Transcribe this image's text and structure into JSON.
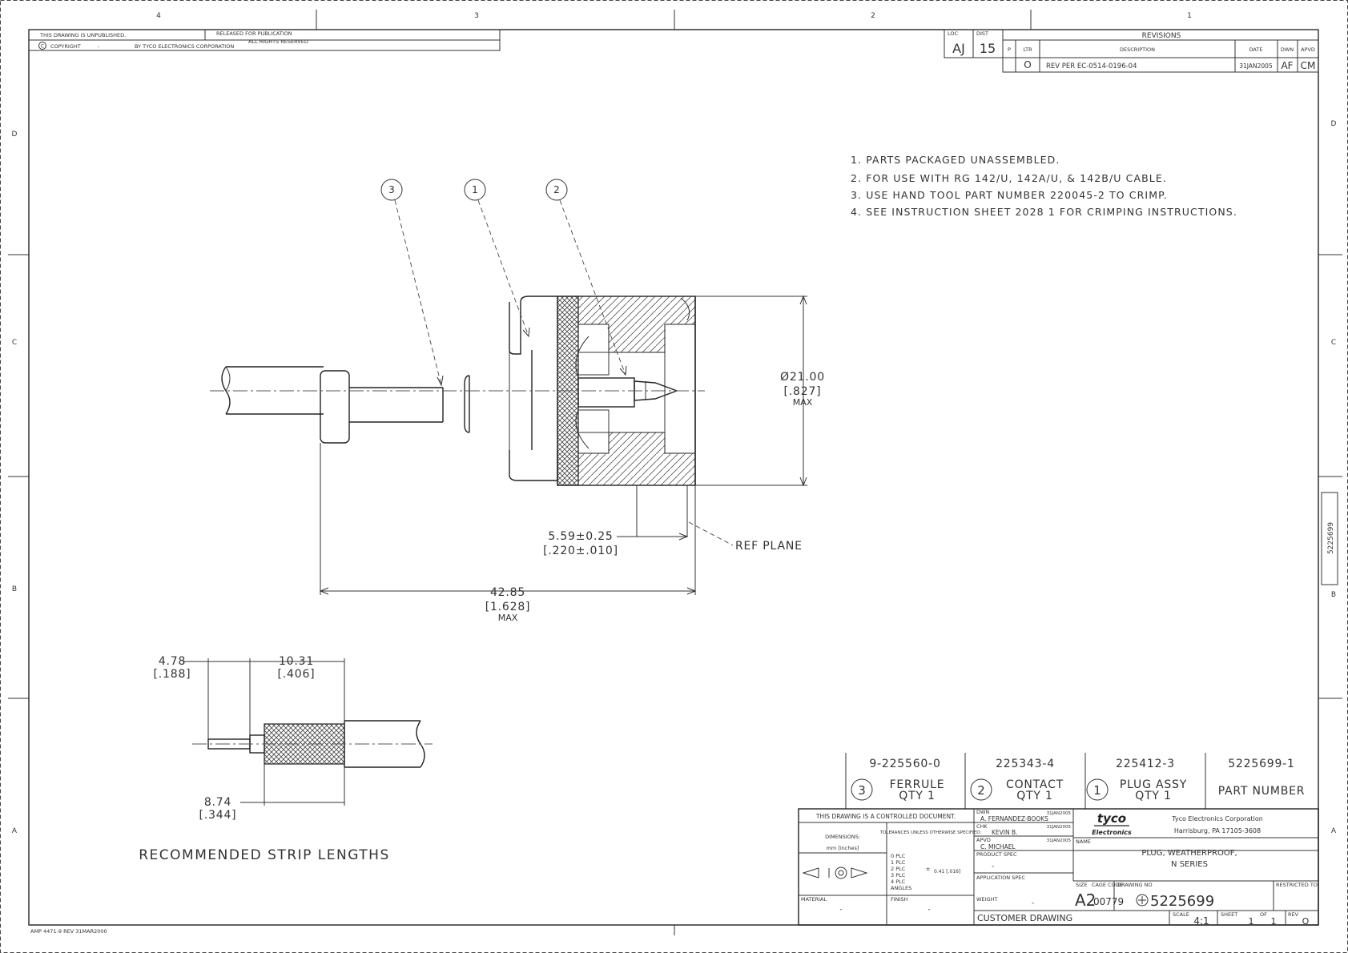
{
  "border": {
    "top_zones": [
      "4",
      "3",
      "2",
      "1"
    ],
    "left_zones": [
      "D",
      "C",
      "B",
      "A"
    ],
    "right_zones": [
      "D",
      "C",
      "B",
      "A"
    ],
    "side_tab": "5225699"
  },
  "header": {
    "unpublished": "THIS DRAWING IS UNPUBLISHED.",
    "released": "RELEASED FOR PUBLICATION",
    "copyright": "COPYRIGHT",
    "copyright_dash": "-",
    "copyright_by": "BY TYCO ELECTRONICS CORPORATION",
    "rights": "ALL RIGHTS RESERVED"
  },
  "revisions": {
    "title": "REVISIONS",
    "loc_label": "LOC",
    "loc": "AJ",
    "dist_label": "DIST",
    "dist": "15",
    "col_p": "P",
    "col_ltr": "LTR",
    "col_desc": "DESCRIPTION",
    "col_date": "DATE",
    "col_dwn": "DWN",
    "col_apvd": "APVD",
    "row": {
      "ltr": "O",
      "desc": "REV PER EC-0514-0196-04",
      "date": "31JAN2005",
      "dwn": "AF",
      "apvd": "CM"
    }
  },
  "notes": [
    "1.  PARTS PACKAGED UNASSEMBLED.",
    "2.  FOR USE WITH RG 142/U,  142A/U, &  142B/U CABLE.",
    "3.  USE HAND TOOL PART NUMBER 220045-2 TO CRIMP.",
    "4.  SEE INSTRUCTION SHEET 2028 1 FOR CRIMPING INSTRUCTIONS."
  ],
  "balloons": [
    "3",
    "1",
    "2"
  ],
  "dimensions": {
    "diameter": "Ø21.00",
    "diameter_in": "[.827]",
    "diameter_max": "MAX",
    "ref": "5.59±0.25",
    "ref_in": "[.220±.010]",
    "ref_plane": "REF PLANE",
    "length": "42.85",
    "length_in": "[1.628]",
    "length_max": "MAX",
    "strip_a": "4.78",
    "strip_a_in": "[.188]",
    "strip_b": "10.31",
    "strip_b_in": "[.406]",
    "strip_c": "8.74",
    "strip_c_in": "[.344]"
  },
  "strip_caption": "RECOMMENDED STRIP LENGTHS",
  "bom": [
    {
      "part": "9-225560-0",
      "item": "3",
      "name": "FERRULE",
      "qty": "QTY 1"
    },
    {
      "part": "225343-4",
      "item": "2",
      "name": "CONTACT",
      "qty": "QTY 1"
    },
    {
      "part": "225412-3",
      "item": "1",
      "name": "PLUG ASSY",
      "qty": "QTY 1"
    }
  ],
  "bom_main": {
    "part": "5225699-1",
    "label": "PART NUMBER"
  },
  "title_block": {
    "controlled": "THIS DRAWING IS A CONTROLLED DOCUMENT.",
    "dimensions_label": "DIMENSIONS:",
    "units": "mm [inches]",
    "tolerances_label": "TOLERANCES UNLESS OTHERWISE SPECIFIED:",
    "plc": [
      "0 PLC",
      "1 PLC",
      "2 PLC",
      "3 PLC",
      "4 PLC",
      "ANGLES"
    ],
    "tol_sign": "±",
    "tol_value": "0.41 [.016]",
    "material_label": "MATERIAL",
    "material": "-",
    "finish_label": "FINISH",
    "finish": "-",
    "dwn_label": "DWN",
    "dwn": "A. FERNANDEZ-BOOKS",
    "dwn_date": "31JAN2005",
    "chk_label": "CHK",
    "chk": "KEVIN B.",
    "chk_date": "31JAN2005",
    "apvd_label": "APVD",
    "apvd": "C. MICHAEL",
    "apvd_date": "31JAN2005",
    "product_spec_label": "PRODUCT SPEC",
    "product_spec": "-",
    "application_spec_label": "APPLICATION SPEC",
    "weight_label": "WEIGHT",
    "weight": "-",
    "customer": "CUSTOMER DRAWING",
    "logo_top": "tyco",
    "logo_bottom": "Electronics",
    "company": "Tyco Electronics Corporation",
    "address": "Harrisburg, PA 17105-3608",
    "name_label": "NAME",
    "name_line1": "PLUG, WEATHERPROOF,",
    "name_line2": "N SERIES",
    "size_label": "SIZE",
    "size": "A2",
    "cage_label": "CAGE CODE",
    "cage": "00779",
    "dwg_label": "DRAWING NO",
    "dwg": "5225699",
    "restricted_label": "RESTRICTED TO",
    "scale_label": "SCALE",
    "scale": "4:1",
    "sheet_label": "SHEET",
    "sheet": "1",
    "of_label": "OF",
    "of": "1",
    "rev_label": "REV",
    "rev": "O"
  },
  "footer": "AMP 4471-9 REV 31MAR2000"
}
